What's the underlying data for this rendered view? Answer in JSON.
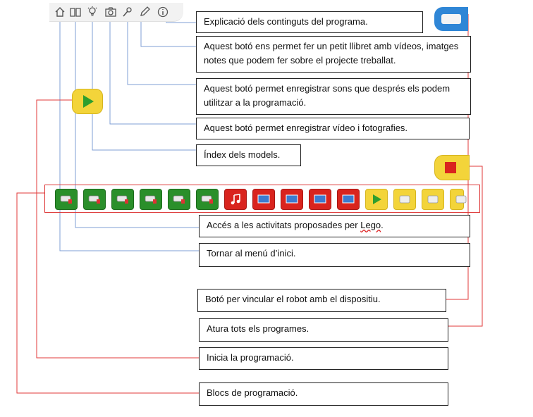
{
  "toolbar": {
    "icons": [
      "home-icon",
      "book-icon",
      "lightbulb-icon",
      "camera-icon",
      "microphone-icon",
      "pencil-icon",
      "info-icon"
    ]
  },
  "colors": {
    "connector_blue": "#7f9fd6",
    "connector_red": "#e03a3a",
    "block_green": "#2a8f2a",
    "block_red": "#d9241e",
    "block_yellow": "#f3d43a",
    "robot_blue": "#2f86d6"
  },
  "annotations": {
    "info": "Explicació dels continguts del programa.",
    "documentation": "Aquest botó ens permet fer un petit llibret amb vídeos, imatges notes que podem fer sobre el projecte treballat.",
    "record_sound": "Aquest botó permet enregistrar sons que després els podem utilitzar a la programació.",
    "record_video": "Aquest botó permet enregistrar vídeo i fotografies.",
    "models_index": "Índex dels models.",
    "lego_activities_prefix": "Accés a les activitats proposades per ",
    "lego_activities_word": "Lego",
    "lego_activities_suffix": ".",
    "home_menu": "Tornar al menú d’inici.",
    "link_robot": "Botó per vincular el robot amb el dispositiu.",
    "stop_all": "Atura tots els programes.",
    "start_program": "Inicia la programació.",
    "program_blocks": "Blocs de programació."
  },
  "palette": {
    "blocks": [
      {
        "color": "green",
        "icon": "motor-speed-icon"
      },
      {
        "color": "green",
        "icon": "motor-time-icon"
      },
      {
        "color": "green",
        "icon": "motor-off-icon"
      },
      {
        "color": "green",
        "icon": "motor-ccw-icon"
      },
      {
        "color": "green",
        "icon": "motor-cw-icon"
      },
      {
        "color": "green",
        "icon": "light-icon"
      },
      {
        "color": "red",
        "icon": "music-note-icon"
      },
      {
        "color": "red",
        "icon": "display-image-icon"
      },
      {
        "color": "red",
        "icon": "display-number-icon"
      },
      {
        "color": "red",
        "icon": "display-add-icon"
      },
      {
        "color": "red",
        "icon": "display-clear-icon"
      },
      {
        "color": "yellow",
        "icon": "start-icon"
      },
      {
        "color": "yellow",
        "icon": "key-icon"
      },
      {
        "color": "yellow",
        "icon": "tilt-icon"
      },
      {
        "color": "yellow",
        "icon": "message-icon"
      }
    ]
  }
}
